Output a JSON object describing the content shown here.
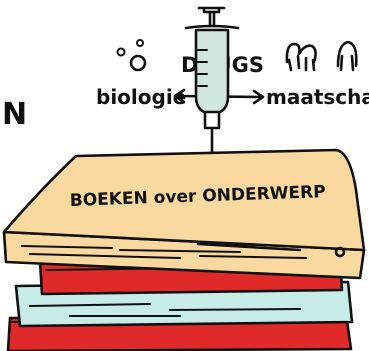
{
  "labels": {
    "left_fragment": "N",
    "drugs": "DRUGS",
    "biologie": "biologie",
    "maatschappij": "maatschapp",
    "book_title": "BOEKEN over ONDERWERP"
  },
  "colors": {
    "book_top": "#f9d9a0",
    "book_red": "#e02a2a",
    "book_teal": "#c7ebe6",
    "syringe_fill": "#cfe7dc",
    "ink": "#111111"
  },
  "icons": {
    "syringe": "syringe-icon",
    "molecule": "molecule-icon",
    "people": "people-icon"
  }
}
